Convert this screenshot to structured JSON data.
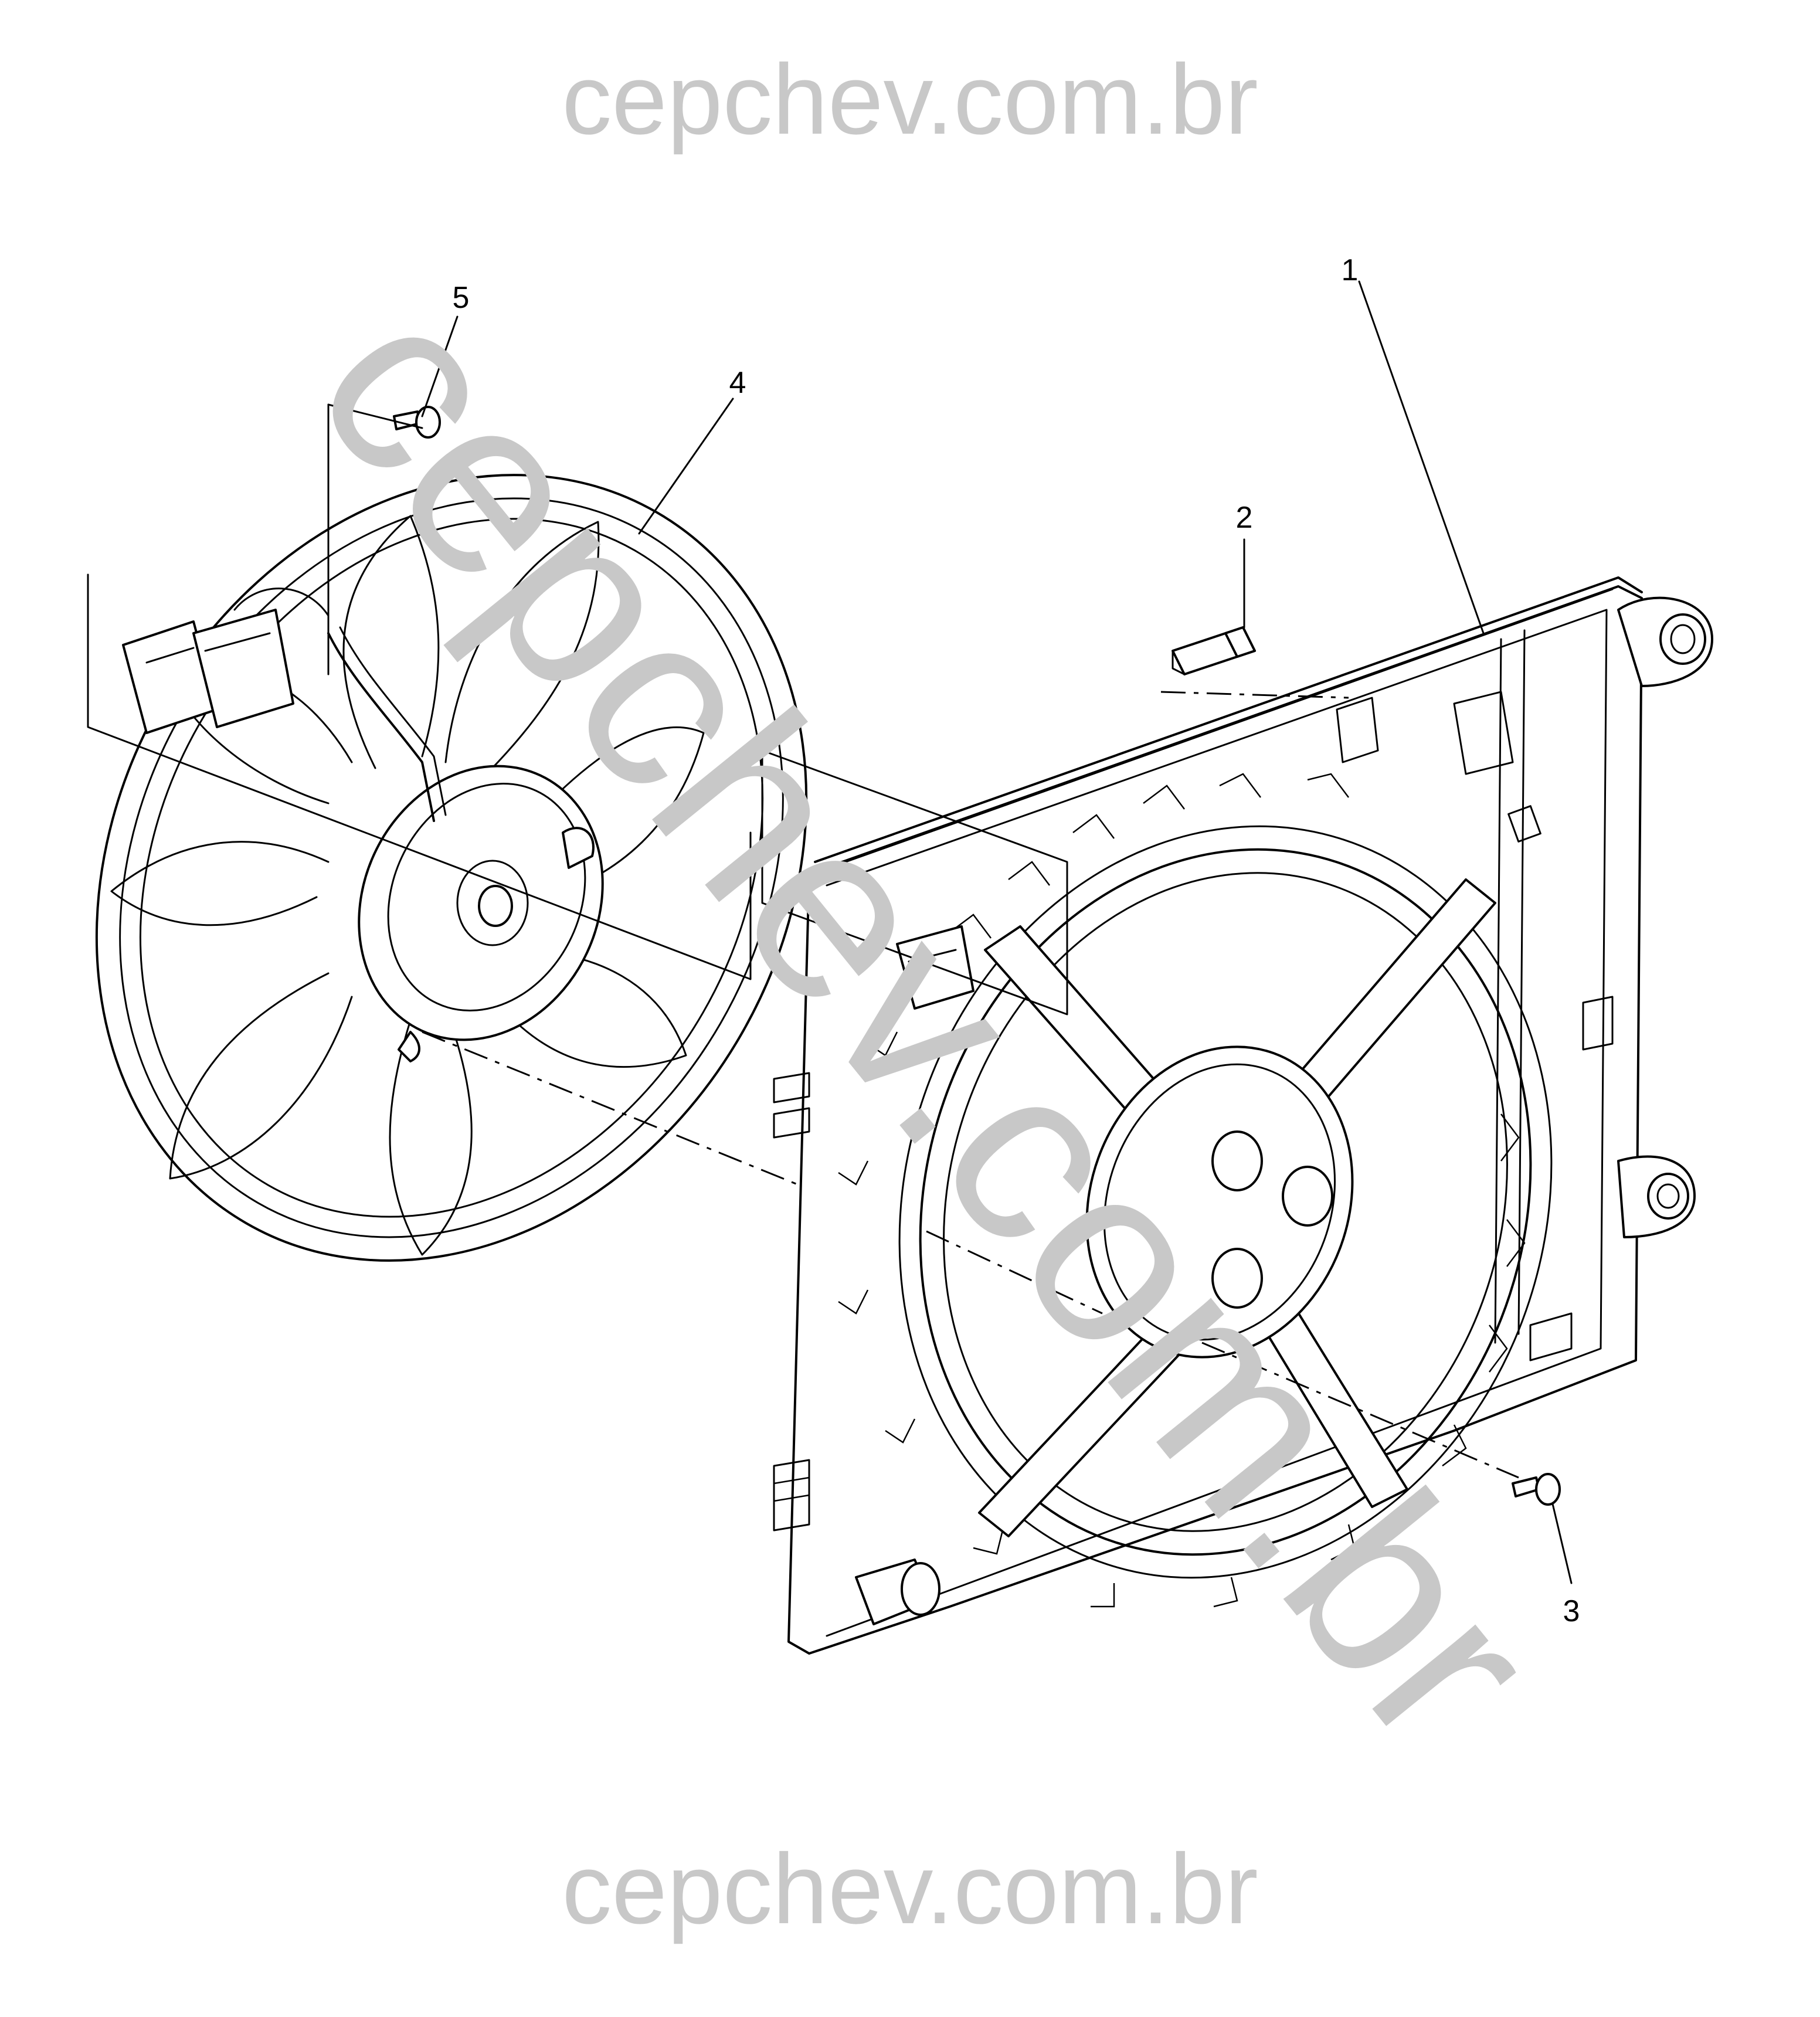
{
  "watermarks": {
    "top": "cepchev.com.br",
    "diagonal": "cepchev.com.br",
    "bottom": "cepchev.com.br"
  },
  "callouts": {
    "c1": "1",
    "c2": "2",
    "c3": "3",
    "c4": "4",
    "c5": "5"
  },
  "colors": {
    "line": "#000000",
    "watermark": "#c8c8c8",
    "background": "#ffffff"
  }
}
